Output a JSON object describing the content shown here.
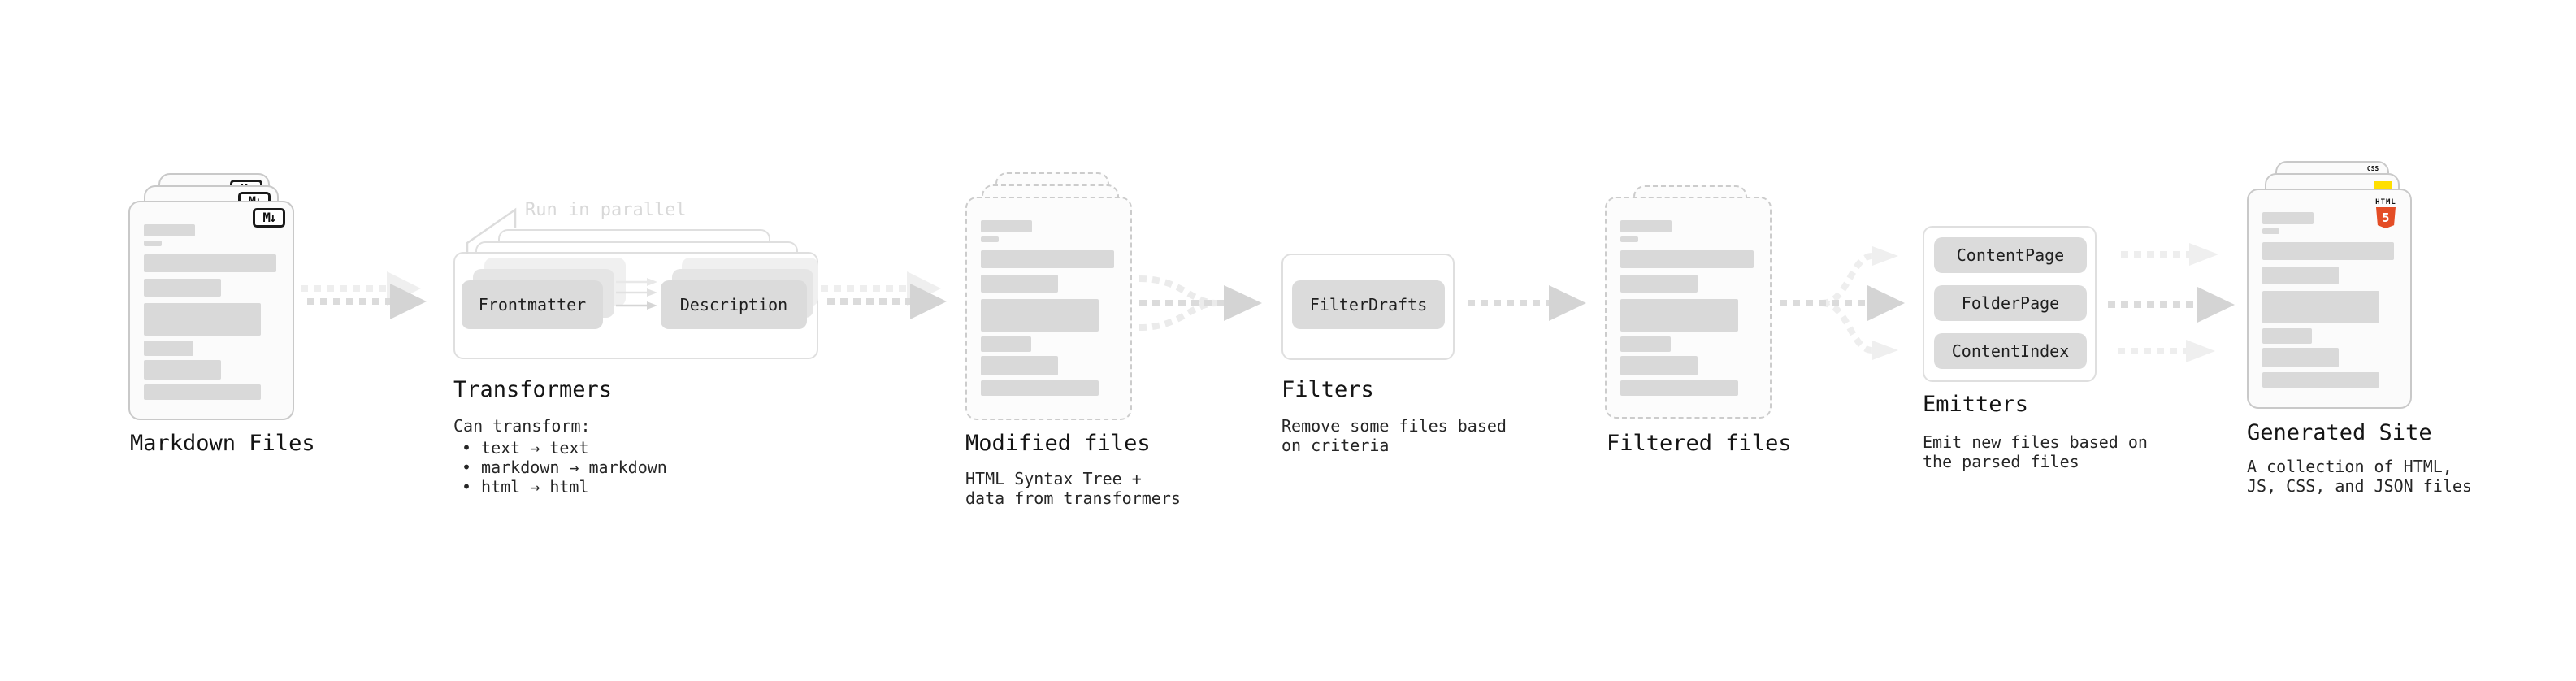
{
  "nodes": {
    "markdown": {
      "label": "Markdown Files",
      "badge": "M↓"
    },
    "transformers": {
      "label": "Transformers",
      "callout": "Run in parallel",
      "box_a": "Frontmatter",
      "box_b": "Description",
      "desc_title": "Can transform:",
      "bullet_char": "•",
      "bullets": [
        "text → text",
        "markdown → markdown",
        "html → html"
      ]
    },
    "modified": {
      "label": "Modified files",
      "desc": [
        "HTML Syntax Tree +",
        "data from transformers"
      ]
    },
    "filters": {
      "label": "Filters",
      "box": "FilterDrafts",
      "desc": [
        "Remove some files based",
        "on criteria"
      ]
    },
    "filtered": {
      "label": "Filtered files"
    },
    "emitters": {
      "label": "Emitters",
      "boxes": [
        "ContentPage",
        "FolderPage",
        "ContentIndex"
      ],
      "desc": [
        "Emit new files based on",
        "the parsed files"
      ]
    },
    "generated": {
      "label": "Generated Site",
      "desc": [
        "A collection of HTML,",
        "JS, CSS, and JSON files"
      ],
      "badge_html_top": "HTML",
      "badge_html_num": "5",
      "badge_css": "CSS"
    }
  },
  "colors": {
    "html5_orange": "#e44d26",
    "js_yellow": "#ffdf00",
    "css_blue": "#2965f1",
    "bar_gray": "#d9d9d9",
    "arrow_gray": "#d4d4d4",
    "arrow_light": "#efefef"
  }
}
